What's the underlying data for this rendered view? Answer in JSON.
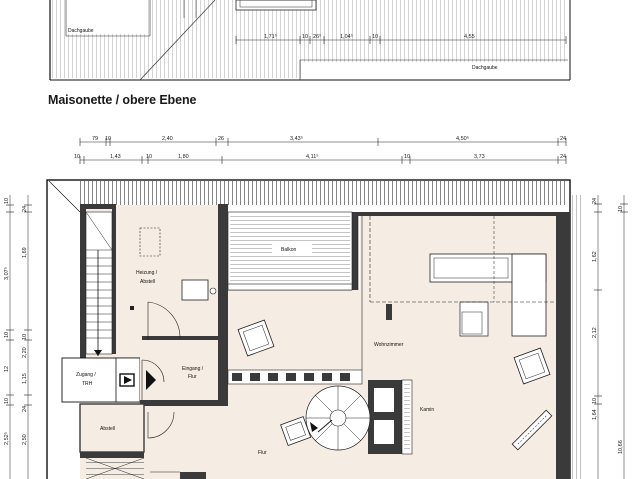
{
  "heading": "Maisonette / obere Ebene",
  "upper_plan": {
    "dachgaube_left": "Dachgaube",
    "dachgaube_right": "Dachgaube",
    "dims": [
      "1,71⁵",
      "10",
      "26⁵",
      "1,04⁵",
      "10",
      "4,55"
    ]
  },
  "top_dims_row1": [
    "79",
    "10",
    "2,40",
    "26",
    "3,43⁵",
    "4,50⁵",
    "24"
  ],
  "top_dims_row2": [
    "10",
    "1,43",
    "10",
    "1,80",
    "4,11⁵",
    "10",
    "3,73",
    "24"
  ],
  "left_dims": [
    "10",
    "24",
    "1,69",
    "3,07⁵",
    "10",
    "2,20",
    "10",
    "12",
    "1,15",
    "10",
    "24",
    "2,52⁵",
    "2,50"
  ],
  "right_dims": [
    "24",
    "10",
    "1,62",
    "2,12",
    "1,64",
    "10,66",
    "10"
  ],
  "rooms": {
    "balkon": "Balkon",
    "heizung": "Heizung /",
    "abstell_sub": "Abstell",
    "zugang": "Zugang /",
    "trh": "TRH",
    "eingang": "Eingang /",
    "flur_sub": "Flur",
    "wohnzimmer": "Wohnzimmer",
    "kamin": "Kamin",
    "abstell": "Abstell",
    "flur": "Flur"
  },
  "colors": {
    "floor": "#f5ece4",
    "wall": "#3a3a3a",
    "line": "#222222"
  }
}
